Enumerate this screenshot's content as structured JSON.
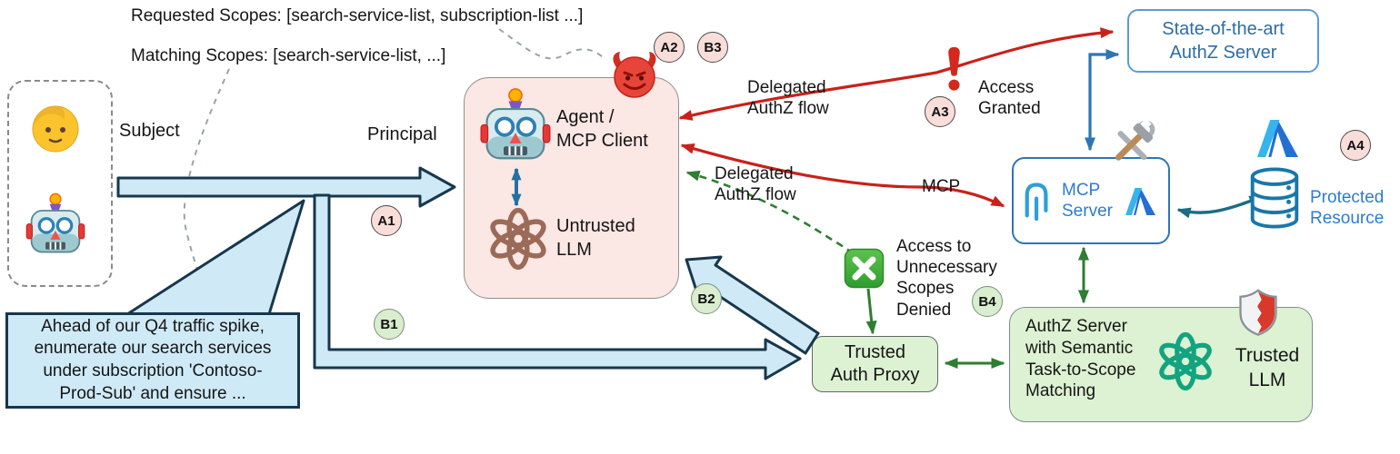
{
  "scopes": {
    "requested": "Requested Scopes: [search-service-list,  subscription-list ...]",
    "matching": "Matching Scopes:   [search-service-list, ...]"
  },
  "labels": {
    "subject": "Subject",
    "principal": "Principal",
    "delegated_red": "Delegated\nAuthZ flow",
    "access_granted": "Access\nGranted",
    "delegated_green": "Delegated\nAuthZ flow",
    "mcp_protocol": "MCP",
    "access_denied": "Access to\nUnnecessary\nScopes\nDenied"
  },
  "agent": {
    "title": "Agent /\nMCP Client",
    "llm": "Untrusted\nLLM"
  },
  "task": {
    "text": "Ahead of our Q4 traffic spike,\nenumerate our search services\nunder subscription 'Contoso-\nProd-Sub' and ensure ..."
  },
  "sota": {
    "title": "State-of-the-art\nAuthZ Server"
  },
  "mcp_server": {
    "title": "MCP\nServer"
  },
  "protected_resource": {
    "title": "Protected\nResource"
  },
  "authz_server": {
    "title": "AuthZ Server\nwith Semantic\nTask-to-Scope\nMatching",
    "llm": "Trusted\nLLM"
  },
  "proxy": {
    "title": "Trusted\nAuth Proxy"
  },
  "badges": [
    {
      "label": "A1",
      "color": "pink"
    },
    {
      "label": "A2",
      "color": "pink"
    },
    {
      "label": "B3",
      "color": "pink"
    },
    {
      "label": "A3",
      "color": "pink"
    },
    {
      "label": "A4",
      "color": "pink"
    },
    {
      "label": "B1",
      "color": "green"
    },
    {
      "label": "B2",
      "color": "green"
    },
    {
      "label": "B4",
      "color": "green"
    }
  ],
  "icons": {
    "person": "person-icon",
    "robot": "robot-icon",
    "devil": "devil-icon",
    "openai_untrusted": "openai-logo-untrusted",
    "openai_trusted": "openai-logo-trusted",
    "mcp_logo": "mcp-logo",
    "azure": "azure-logo",
    "database": "database-icon",
    "tools": "hammer-wrench-icon",
    "shield": "shield-icon",
    "denied_x": "green-cross-icon",
    "alert": "red-exclamation-icon"
  },
  "colors": {
    "flow_red": "#c9211a",
    "flow_green": "#2e7d32",
    "flow_blue": "#2e75b6",
    "flow_teal": "#1b6d85",
    "block_arrow_fill": "#cfe9f7",
    "block_arrow_stroke": "#17374d",
    "agent_box_fill": "#fbe7e4",
    "trusted_box_fill": "#dcf2d3",
    "badge_pink": "#f9ddd9",
    "badge_green": "#d9edcf",
    "brand_blue": "#2b7cd3",
    "openai_untrusted": "#9c6a58",
    "openai_trusted": "#12a37f"
  }
}
